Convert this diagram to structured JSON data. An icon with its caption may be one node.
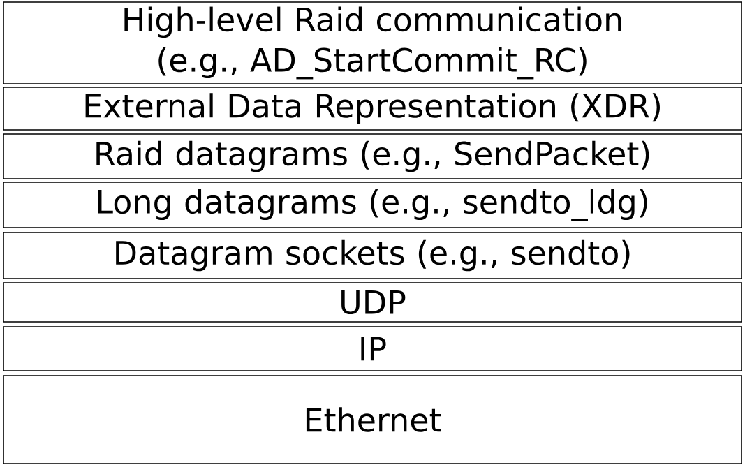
{
  "diagram": {
    "nodes": [
      {
        "text": [
          "High-level Raid communication (e.g., AD_StartCommit_RC)"
        ]
      },
      {
        "text": [
          "External Data Representation (XDR)"
        ]
      },
      {
        "text": [
          "Raid datagrams (e.g., SendPacket)"
        ]
      },
      {
        "text": [
          "Long datagrams (e.g., sendto_ldg)"
        ]
      },
      {
        "text": [
          "Datagram sockets (e.g., sendto)"
        ]
      },
      {
        "text": [
          "UDP"
        ]
      },
      {
        "text": [
          "IP"
        ]
      },
      {
        "text": [
          "Ethernet"
        ]
      }
    ]
  }
}
